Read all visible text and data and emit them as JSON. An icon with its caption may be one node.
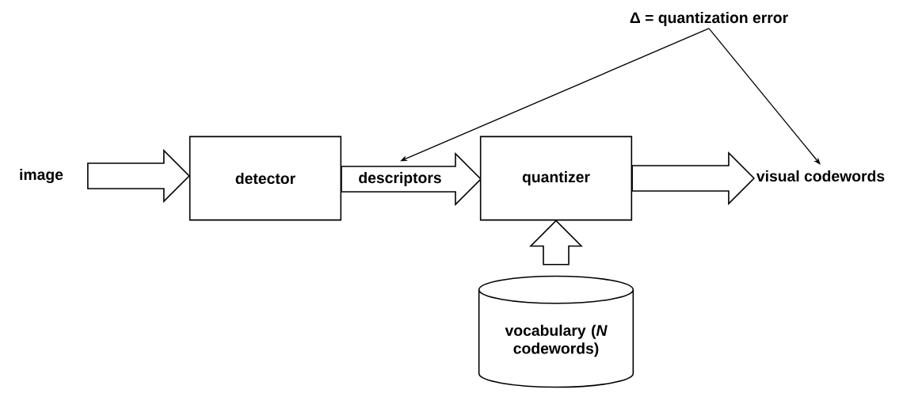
{
  "diagram": {
    "nodes": [
      {
        "text": [
          "image"
        ]
      },
      {
        "text": [
          "detector"
        ]
      },
      {
        "text": [
          "descriptors"
        ]
      },
      {
        "text": [
          "quantizer"
        ]
      },
      {
        "text": [
          "visual codewords"
        ]
      },
      {
        "text": [
          "vocabulary (*N* codewords)"
        ]
      },
      {
        "text": [
          "Δ = quantization error"
        ]
      }
    ],
    "edges": [
      {
        "from": 0,
        "to": 1,
        "arrow": "to"
      },
      {
        "from": 3,
        "to": 4,
        "arrow": "to"
      },
      {
        "from": 5,
        "to": 3,
        "arrow": "to"
      },
      {
        "from": 6,
        "to": 2,
        "arrow": "to"
      },
      {
        "from": 6,
        "to": 4,
        "arrow": "to"
      }
    ]
  }
}
